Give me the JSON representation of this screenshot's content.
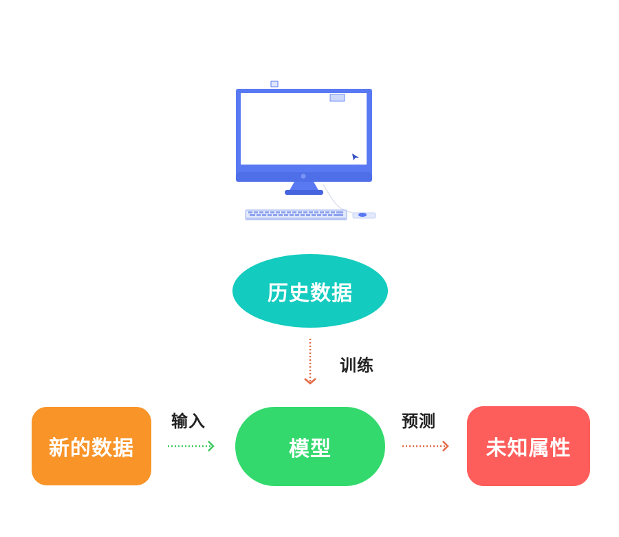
{
  "colors": {
    "history": "#13cbbe",
    "newdata": "#f99428",
    "model": "#33d96d",
    "unknown": "#fd5d5b",
    "monitor": "#5979f3",
    "arrow_train": "#e26844",
    "arrow_input": "#3ec85f",
    "arrow_predict": "#e26844"
  },
  "nodes": {
    "history": "历史数据",
    "newdata": "新的数据",
    "model": "模型",
    "unknown": "未知属性"
  },
  "edges": {
    "train": "训练",
    "input": "输入",
    "predict": "预测"
  },
  "icons": {
    "computer": "desktop-computer-icon",
    "keyboard": "keyboard-icon",
    "mouse": "mouse-icon",
    "cursor": "cursor-arrow-icon"
  }
}
